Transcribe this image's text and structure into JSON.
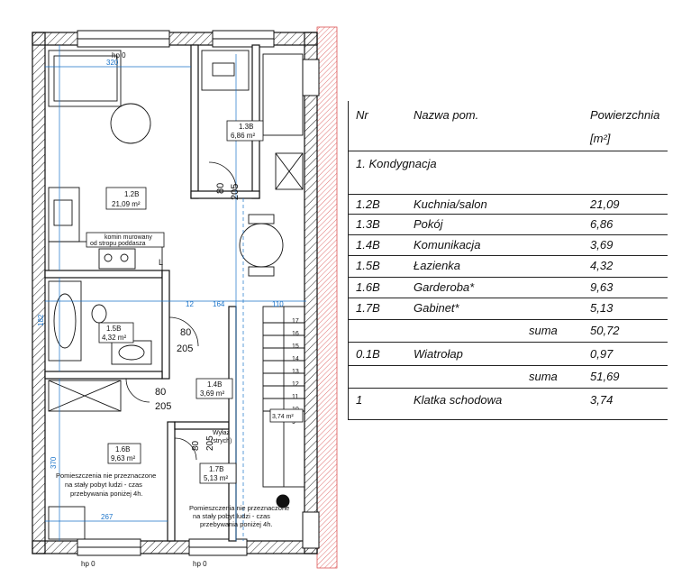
{
  "plan": {
    "rooms": [
      {
        "id": "1.2B",
        "area": "21,09 m²"
      },
      {
        "id": "1.3B",
        "area": "6,86 m²"
      },
      {
        "id": "1.5B",
        "area": "4,32 m²"
      },
      {
        "id": "1.4B",
        "area": "3,69 m²"
      },
      {
        "id": "1.6B",
        "area": "9,63 m²"
      },
      {
        "id": "1.7B",
        "area": "5,13 m²"
      }
    ],
    "labels": {
      "chimney_line1": "komin murowany",
      "chimney_line2": "od stropu poddasza",
      "window_hp": "hp 0",
      "L": "L",
      "stair_area": "3,74 m²",
      "exit_line1": "Wyłaz",
      "exit_line2": "(strych)",
      "note_garderoba": [
        "Pomieszczenia nie przeznaczone",
        "na stały pobyt ludzi - czas",
        "przebywania poniżej 4h."
      ],
      "note_gabinet": [
        "Pomieszczenia nie przeznaczone",
        "na stały pobyt ludzi - czas",
        "przebywania poniżej 4h."
      ]
    },
    "dims": {
      "top": "320",
      "d12": "12",
      "d164": "164",
      "d110": "110",
      "d267": "267",
      "d182": "182",
      "d370": "370",
      "d80a": "80",
      "d205a": "205",
      "d80b": "80",
      "d205b": "205",
      "d80c": "80",
      "d205c": "205",
      "d80d": "80",
      "d205d": "205"
    },
    "stairs": [
      "9",
      "10",
      "11",
      "12",
      "13",
      "14",
      "15",
      "16",
      "17"
    ]
  },
  "table": {
    "headers": {
      "nr": "Nr",
      "name": "Nazwa pom.",
      "area": "Powierzchnia",
      "unit": "[m²]"
    },
    "section": "1. Kondygnacja",
    "rows": [
      {
        "nr": "1.2B",
        "name": "Kuchnia/salon",
        "area": "21,09"
      },
      {
        "nr": "1.3B",
        "name": "Pokój",
        "area": "6,86"
      },
      {
        "nr": "1.4B",
        "name": "Komunikacja",
        "area": "3,69"
      },
      {
        "nr": "1.5B",
        "name": "Łazienka",
        "area": "4,32"
      },
      {
        "nr": "1.6B",
        "name": "Garderoba*",
        "area": "9,63"
      },
      {
        "nr": "1.7B",
        "name": "Gabinet*",
        "area": "5,13"
      }
    ],
    "sum1": {
      "label": "suma",
      "value": "50,72"
    },
    "extra": {
      "nr": "0.1B",
      "name": "Wiatrołap",
      "area": "0,97"
    },
    "sum2": {
      "label": "suma",
      "value": "51,69"
    },
    "last": {
      "nr": "1",
      "name": "Klatka schodowa",
      "area": "3,74"
    }
  }
}
